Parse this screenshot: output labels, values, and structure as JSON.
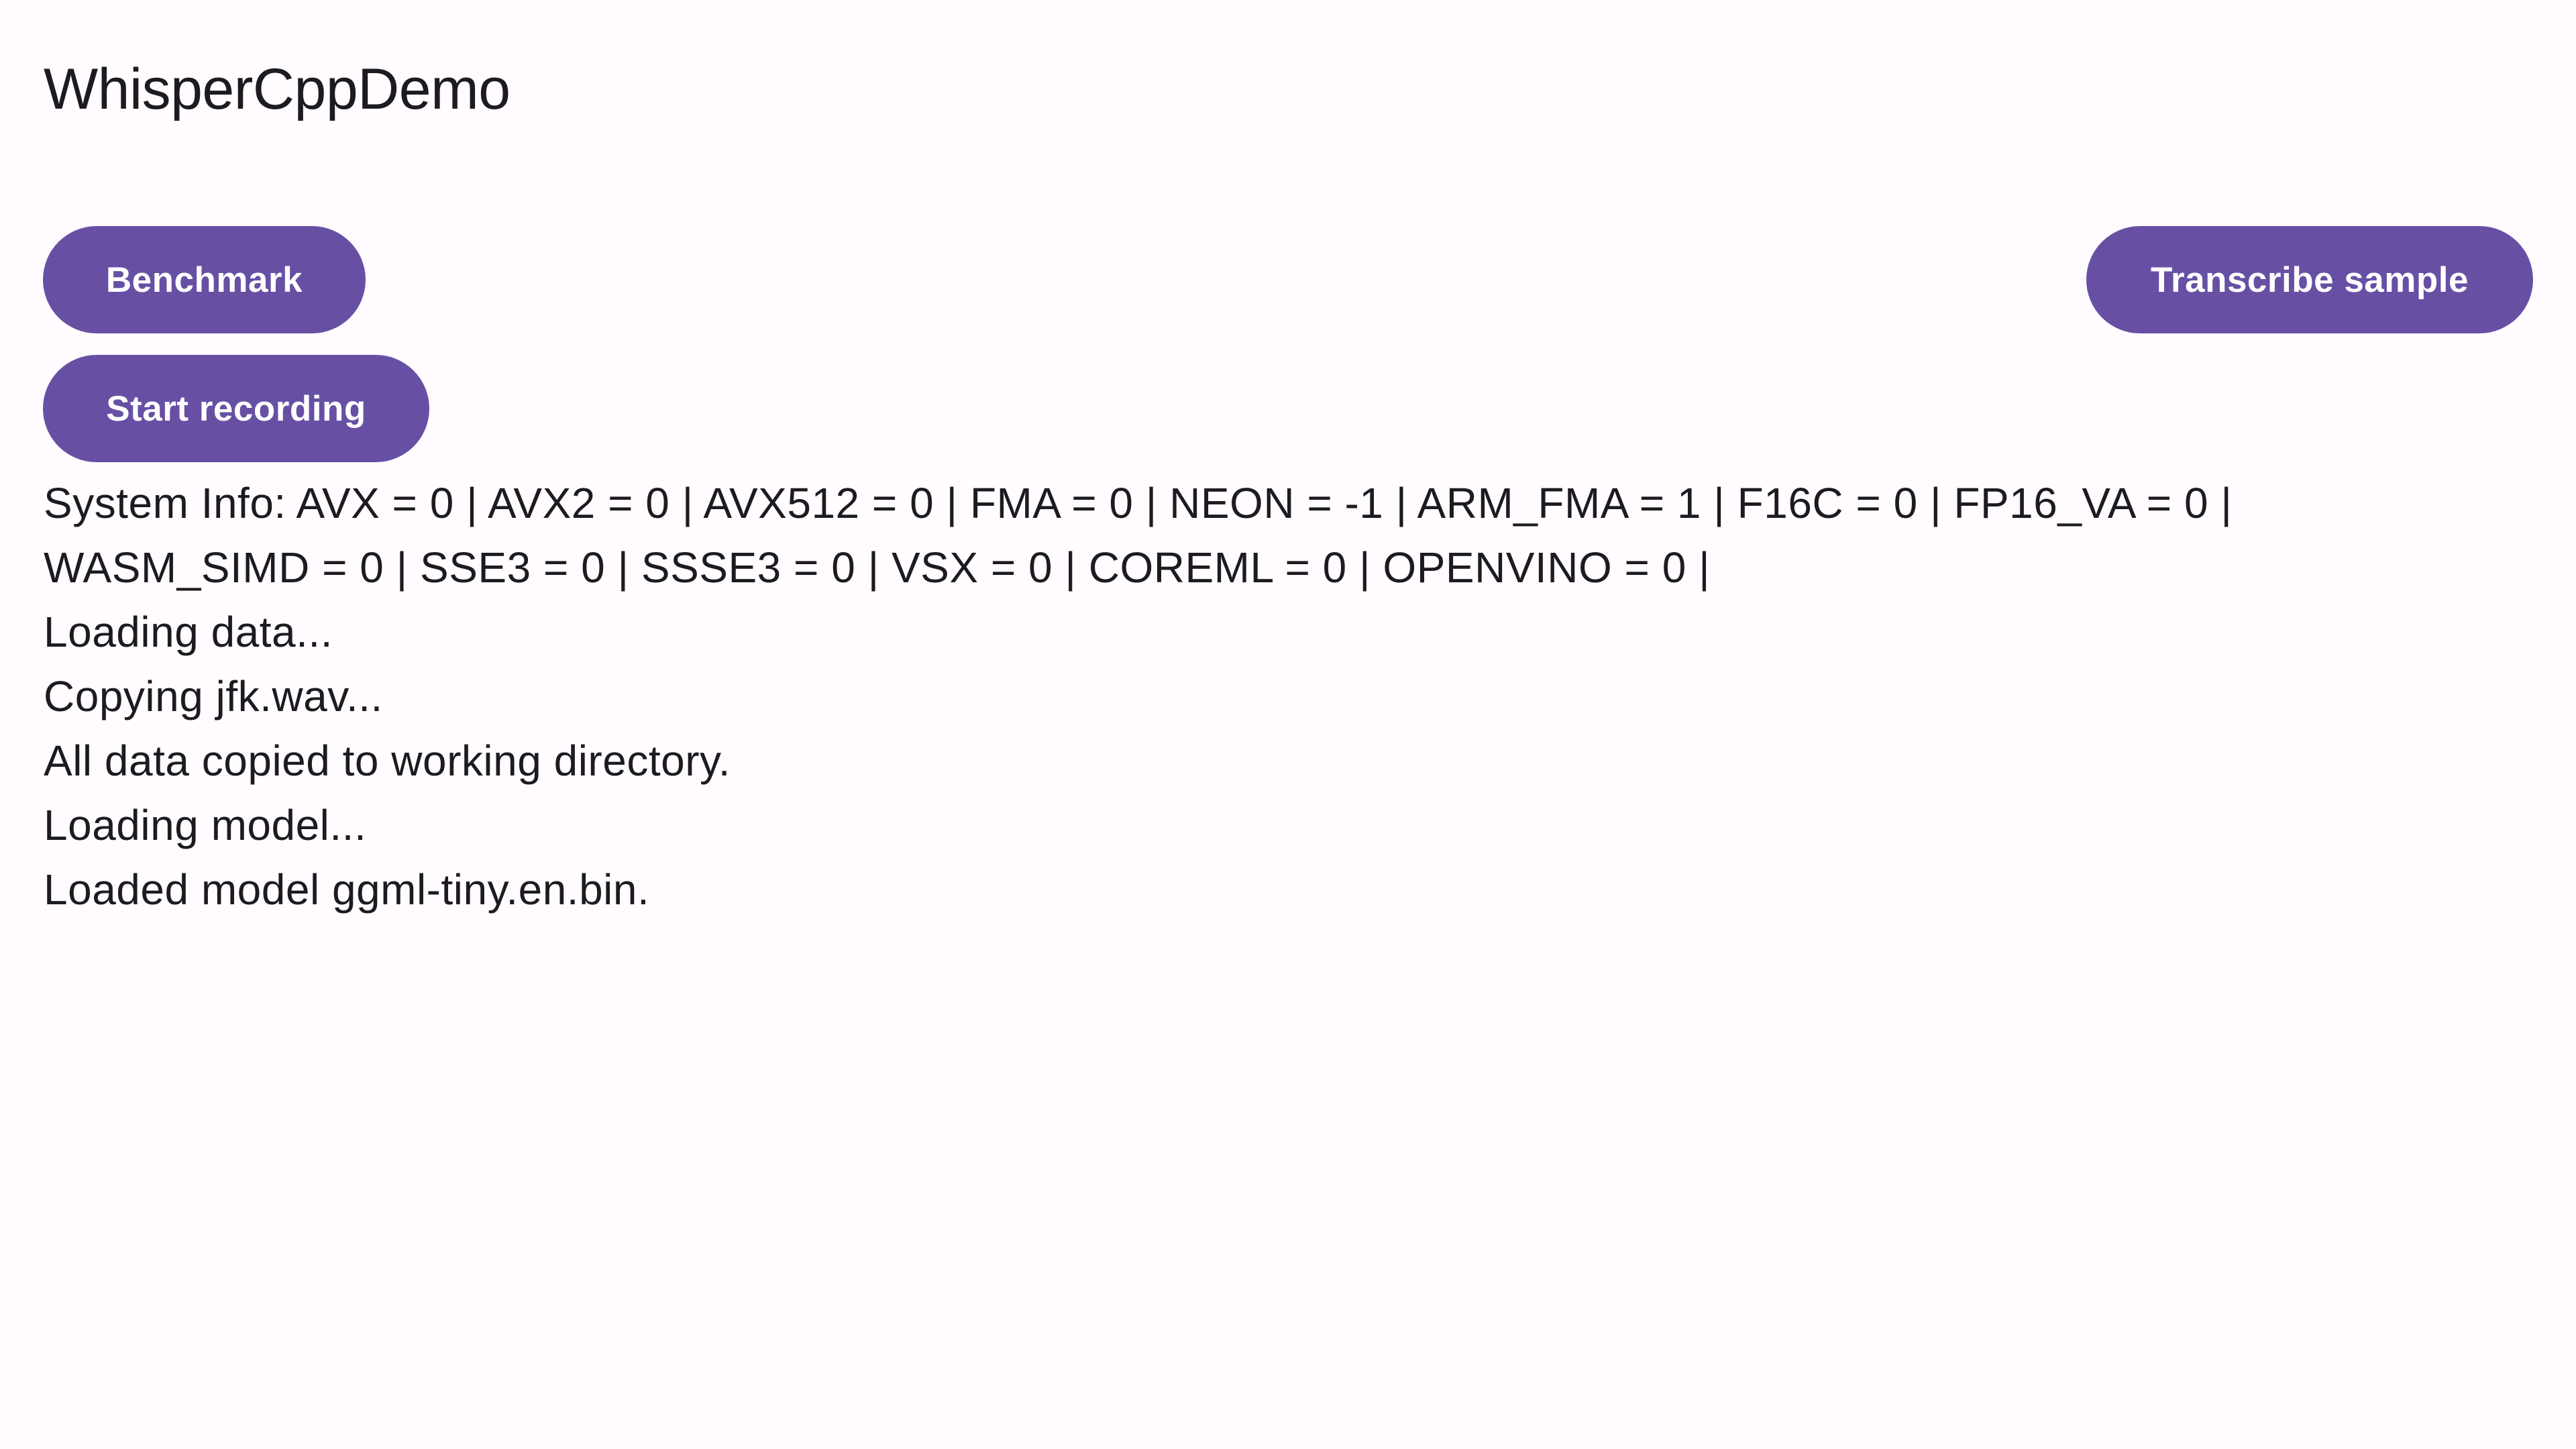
{
  "app": {
    "title": "WhisperCppDemo"
  },
  "buttons": {
    "benchmark": "Benchmark",
    "transcribe": "Transcribe sample",
    "record": "Start recording"
  },
  "log": {
    "lines": [
      "System Info: AVX = 0 | AVX2 = 0 | AVX512 = 0 | FMA = 0 | NEON = -1 | ARM_FMA = 1 | F16C = 0 | FP16_VA = 0 |",
      "WASM_SIMD = 0 | SSE3 = 0 | SSSE3 = 0 | VSX = 0 | COREML = 0 | OPENVINO = 0 |",
      "Loading data...",
      "Copying jfk.wav...",
      "All data copied to working directory.",
      "Loading model...",
      "Loaded model ggml-tiny.en.bin."
    ]
  },
  "colors": {
    "background": "#fffbfe",
    "button": "#6750a4",
    "button_text": "#ffffff",
    "text": "#1c1b1f"
  }
}
